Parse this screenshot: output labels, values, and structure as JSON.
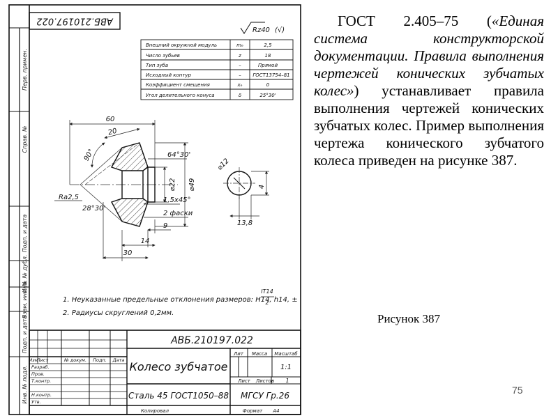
{
  "slide": {
    "text_parts": {
      "standard": "ГОСТ 2.405–75 (",
      "title_quoted": "«Единая система конструкторской документации. Правила выполнения чертежей конических зубчатых колес»",
      "rest": ") устанавливает правила выполнения чертежей конических зубчатых колес. Пример выполнения чертежа конического зубчатого колеса приведен на рисунке 387."
    },
    "caption": "Рисунок 387",
    "page_number": "75"
  },
  "drawing": {
    "stamp_mirrored": "АВБ.210197.022",
    "roughness": "Rz40",
    "roughness_tail": "(√)",
    "params_table": [
      {
        "name": "Внешний окружной модуль",
        "sym": "mₑ",
        "val": "2,5"
      },
      {
        "name": "Число зубьев",
        "sym": "z",
        "val": "18"
      },
      {
        "name": "Тип зуба",
        "sym": "–",
        "val": "Прямой"
      },
      {
        "name": "Исходный контур",
        "sym": "–",
        "val": "ГОСТ13754–81"
      },
      {
        "name": "Коэффициент смещения",
        "sym": "xₑ",
        "val": "0"
      },
      {
        "name": "Угол делительного конуса",
        "sym": "δ",
        "val": "25°30'"
      }
    ],
    "dims": {
      "d60": "60",
      "d20": "20",
      "a90": "90°",
      "a64": "64°30'",
      "phi12": "⌀12",
      "phi22": "⌀22",
      "phi49": "⌀49",
      "ra": "Ra2,5",
      "a28": "28°30'",
      "chamfer": "1,5x45°",
      "chamfer_note": "2 фаски",
      "d9": "9",
      "d14": "14",
      "d30": "30",
      "d138": "13,8",
      "d4": "4"
    },
    "notes": {
      "note1": "1. Неуказанные предельные отклонения размеров: H14, h14, ±",
      "note1_num": "IT14",
      "note1_den": "2",
      "note2": "2. Радиусы скруглений 0,2мм."
    },
    "side_labels": [
      "Перв. примен.",
      "Справ. №",
      "Подп. и дата",
      "Инв. № дубл.",
      "Взам. инв. №",
      "Подп. и дата",
      "Инв. № подл."
    ],
    "title_block": {
      "doc_code": "АВБ.210197.022",
      "part_name": "Колесо зубчатое",
      "material": "Сталь 45 ГОСТ1050–88",
      "org": "МГСУ Гр.26",
      "lit": "Лит",
      "mass": "Масса",
      "scale_h": "Масштаб",
      "scale_val": "1:1",
      "sheet": "Лист",
      "sheets": "Листов",
      "sheets_val": "1",
      "copied": "Копировал",
      "format": "Формат",
      "format_val": "А4",
      "header_cells": [
        "Изм",
        "Лист",
        "№ докум.",
        "Подп.",
        "Дата"
      ],
      "roles": [
        "Разраб.",
        "Пров.",
        "Т.контр.",
        "",
        "Н.контр.",
        "Утв."
      ]
    }
  }
}
